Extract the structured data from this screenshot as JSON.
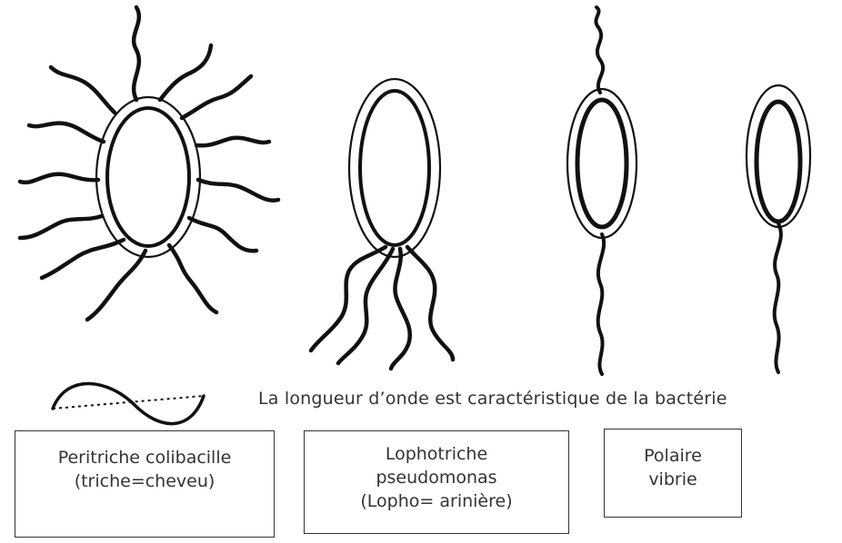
{
  "caption": "La longueur d’onde est caractéristique de la bactérie",
  "boxes": {
    "peritriche": {
      "line1": "Peritriche colibacille",
      "line2": "(triche=cheveu)"
    },
    "lophotriche": {
      "line1": "Lophotriche",
      "line2": "pseudomonas",
      "line3": "(Lopho= arinière)"
    },
    "polaire": {
      "line1": "Polaire",
      "line2": "vibrie"
    }
  }
}
